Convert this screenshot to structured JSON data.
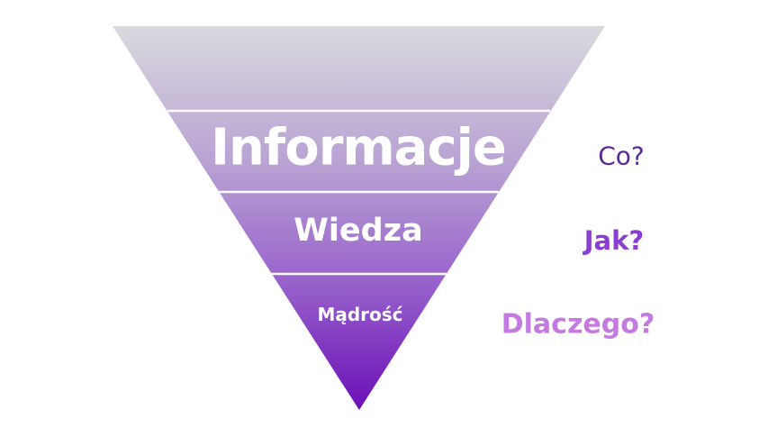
{
  "levels": [
    {
      "label": "Informacje"
    },
    {
      "label": "Wiedza"
    },
    {
      "label": "Mądrość"
    }
  ],
  "questions": [
    {
      "label": "Co?",
      "color": "#5a2a9a"
    },
    {
      "label": "Jak?",
      "color": "#8a3fd0"
    },
    {
      "label": "Dlaczego?",
      "color": "#c47ae0"
    }
  ],
  "colors": {
    "gradient_top": "#d9d9de",
    "gradient_bottom": "#6b10b8",
    "divider": "#ffffff"
  }
}
